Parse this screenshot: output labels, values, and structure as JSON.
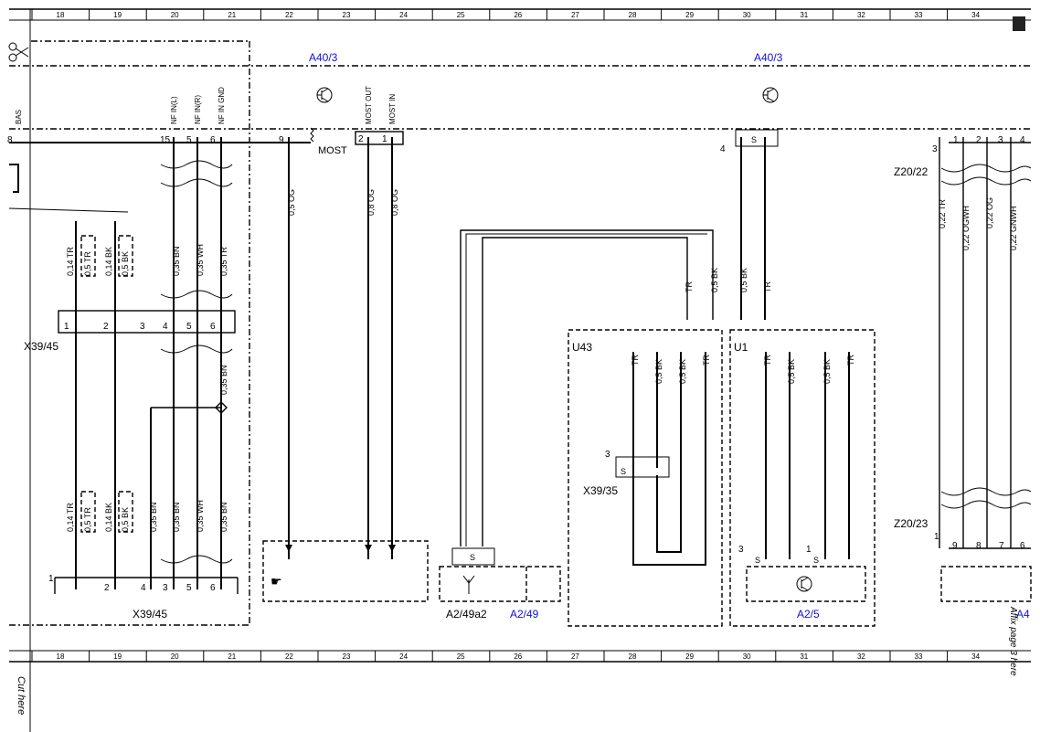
{
  "grid_numbers": [
    "18",
    "19",
    "20",
    "21",
    "22",
    "23",
    "24",
    "25",
    "26",
    "27",
    "28",
    "29",
    "30",
    "31",
    "32",
    "33",
    "34"
  ],
  "labels": {
    "a40_3_left": "A40/3",
    "a40_3_right": "A40/3",
    "most": "MOST",
    "pin_bas": "BAS",
    "pin_nf_in_l": "NF IN(L)",
    "pin_nf_in_r": "NF IN(R)",
    "pin_nf_in_gnd": "NF IN GND",
    "pin_most_out": "MOST OUT",
    "pin_most_in": "MOST IN",
    "x39_45_top": "X39/45",
    "x39_45_bottom": "X39/45",
    "x39_35": "X39/35",
    "u43": "U43",
    "u1": "U1",
    "z20_22": "Z20/22",
    "z20_23": "Z20/23",
    "a2_49a2": "A2/49a2",
    "a2_49": "A2/49",
    "a2_5": "A2/5",
    "a4": "A4",
    "cut_here": "Cut here",
    "affix_page": "Affix page 3 here"
  },
  "pins": {
    "p8": "8",
    "p15": "15",
    "p5": "5",
    "p6": "6",
    "p9": "9",
    "p2": "2",
    "p1": "1",
    "p4": "4",
    "pS": "S",
    "p3": "3",
    "p7": "7"
  },
  "wires": {
    "w_05og": "0,5 OG",
    "w_08og": "0,8 OG",
    "w_014tr": "0,14 TR",
    "w_05tr": "0,5 TR",
    "w_014bk": "0,14 BK",
    "w_05bk": "0,5 BK",
    "w_035bn": "0,35 BN",
    "w_035wh": "0,35 WH",
    "w_035tr": "0,35 TR",
    "w_tr": "TR",
    "w_022tr": "0,22 TR",
    "w_022ogwh": "0,22 OGWH",
    "w_022og": "0,22 OG",
    "w_022gnwh": "0,22 GNWH"
  },
  "colors": {
    "label_blue": "#1010d0",
    "ink": "#000000"
  }
}
